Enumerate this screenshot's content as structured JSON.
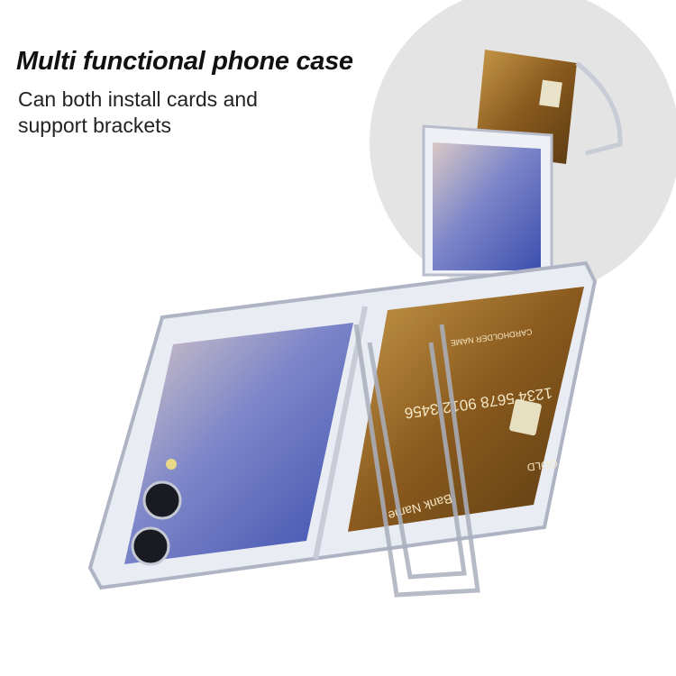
{
  "headline": {
    "title": "Multi functional phone case",
    "subtitle": "Can both install cards and\n support brackets"
  },
  "colors": {
    "background": "#ffffff",
    "inset_circle": "#e4e4e4",
    "screen_blue": "#4a5fb8",
    "card_gold": "#a2702a"
  },
  "product_image": {
    "card_print": [
      "CARDHOLDER NAME",
      "1234 5678 9012 3456",
      "GOLD",
      "Bank Name"
    ]
  }
}
